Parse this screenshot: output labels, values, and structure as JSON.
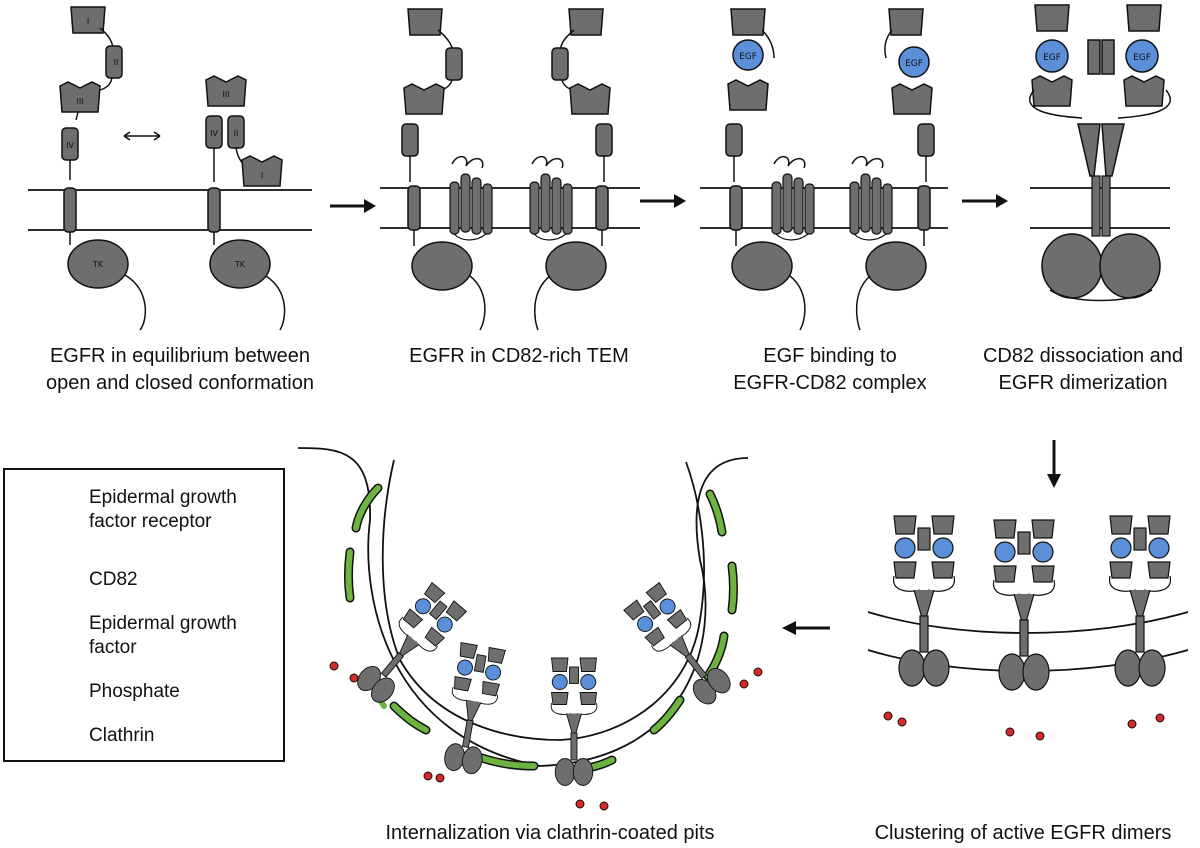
{
  "captions": {
    "panel1": [
      "EGFR in equilibrium between",
      "open and closed conformation"
    ],
    "panel2": [
      "EGFR in CD82-rich TEM"
    ],
    "panel3": [
      "EGF binding to",
      "EGFR-CD82 complex"
    ],
    "panel4": [
      "CD82 dissociation and",
      "EGFR dimerization"
    ],
    "panel5": [
      "Clustering of active EGFR dimers"
    ],
    "panel6": [
      "Internalization via clathrin-coated pits"
    ]
  },
  "domain_labels": {
    "d1": "I",
    "d2": "II",
    "d3": "III",
    "d4": "IV",
    "tk": "TK"
  },
  "egf_label": "EGF",
  "legend": {
    "egfr": [
      "Epidermal growth",
      "factor receptor"
    ],
    "cd82": "CD82",
    "egf": [
      "Epidermal growth",
      "factor"
    ],
    "phosphate": "Phosphate",
    "clathrin": "Clathrin"
  },
  "colors": {
    "receptor": "#6e6e6e",
    "egf": "#5b8fd9",
    "phosphate": "#d42a2a",
    "clathrin": "#6cb33f",
    "line": "#111111"
  }
}
